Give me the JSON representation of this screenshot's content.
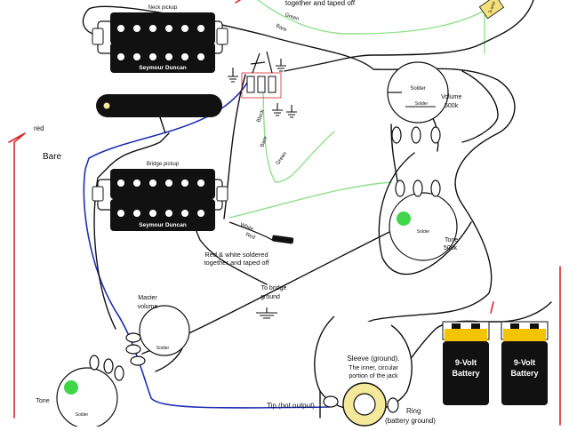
{
  "diagram": {
    "labels": {
      "neck_pickup": "Neck pickup",
      "bridge_pickup": "Bridge pickup",
      "neck_brand": "Seymour Duncan",
      "bridge_brand": "Seymour Duncan",
      "top_note": "together and taped off",
      "red_white_note_1": "Red & white soldered",
      "red_white_note_2": "together and taped off",
      "volume_title": "Volume",
      "volume_value": "500k",
      "tone_title": "Tone",
      "tone_value": "500k",
      "master_volume_1": "Master",
      "master_volume_2": "volume",
      "tone_bottom": "Tone",
      "bridge_ground_1": "To bridge",
      "bridge_ground_2": "ground",
      "sleeve_1": "Sleeve (ground).",
      "sleeve_2": "The inner, circular",
      "sleeve_3": "portion of the jack",
      "tip": "Tip (hot output)",
      "ring_1": "Ring",
      "ring_2": "(battery ground)",
      "battery_1a": "9-Volt",
      "battery_1b": "Battery",
      "battery_2a": "9-Volt",
      "battery_2b": "Battery",
      "solder": "Solder",
      "bare_left": "Bare",
      "red_left": "red",
      "wire_green_top": "Green",
      "wire_bare_top": "Bare",
      "wire_black": "Black",
      "wire_bare_mid": "Bare",
      "wire_green_mid": "Green",
      "wire_white": "White",
      "wire_red": "Red",
      "top_right_tag": "3-wire"
    },
    "colors": {
      "wire_black": "#111111",
      "wire_green": "#8ee08a",
      "wire_red": "#d9262b",
      "wire_blue": "#1f2fb8",
      "battery_yellow": "#f5c400",
      "battery_black": "#111111",
      "jack_ring": "#f4e89a",
      "cap_green": "#3fd64a",
      "tag_yellow": "#f3e07a"
    }
  }
}
